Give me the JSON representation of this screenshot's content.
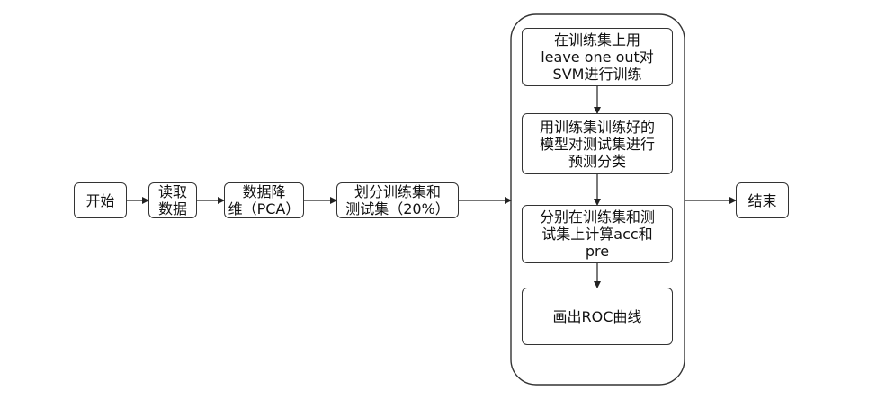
{
  "nodes": {
    "start": "开始",
    "read": "读取\n数据",
    "pca": "数据降\n维（PCA）",
    "split": "划分训练集和\n测试集（20%）",
    "train_loo": "在训练集上用\nleave one out对\nSVM进行训练",
    "predict": "用训练集训练好的\n模型对测试集进行\n预测分类",
    "metrics": "分别在训练集和测\n试集上计算acc和\npre",
    "roc": "画出ROC曲线",
    "end": "结束"
  }
}
